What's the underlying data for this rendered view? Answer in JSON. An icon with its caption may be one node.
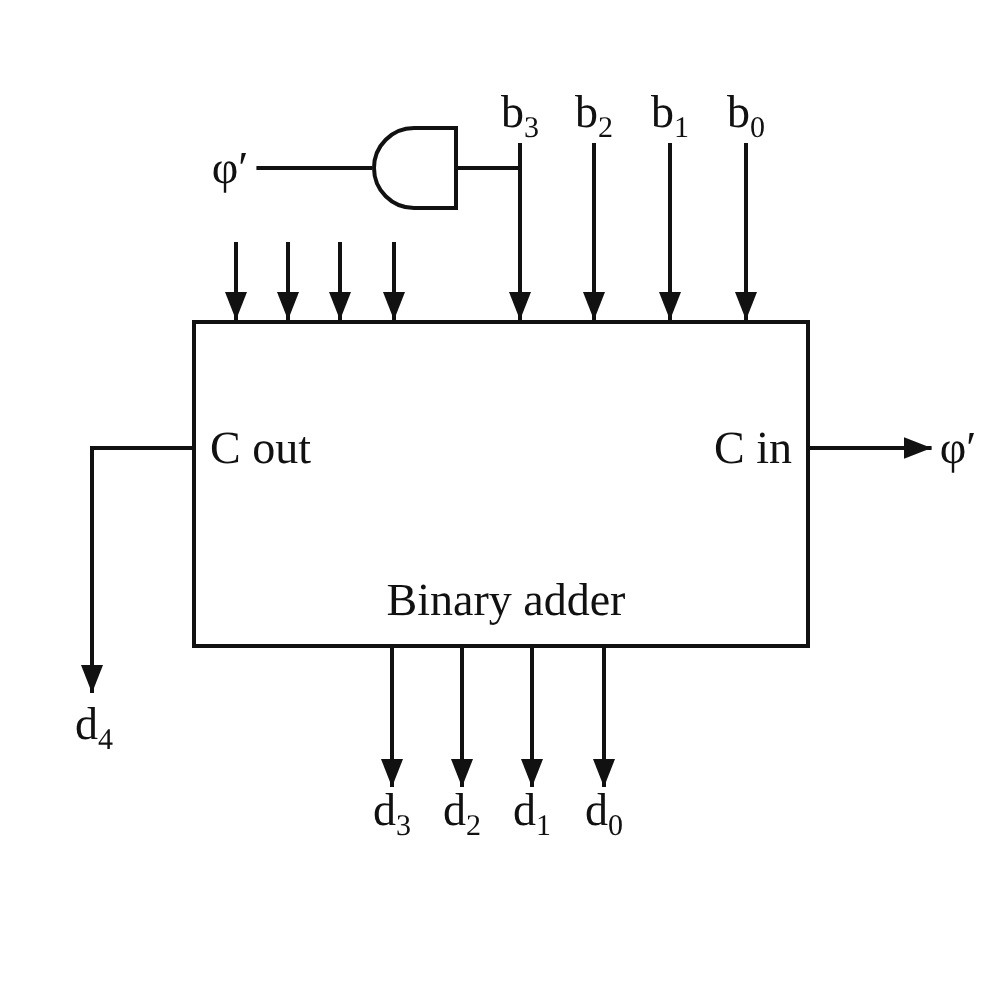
{
  "diagram": {
    "nodes": [
      {
        "text": [
          "φ′"
        ]
      },
      {
        "text": [],
        "shape": "gate"
      },
      {
        "text": [
          "b$_{3}$"
        ]
      },
      {
        "text": [
          "b$_{2}$"
        ]
      },
      {
        "text": [
          "b$_{1}$"
        ]
      },
      {
        "text": [
          "b$_{0}$"
        ]
      },
      {
        "text": [
          "Binary adder"
        ]
      },
      {
        "text": [
          "C out"
        ],
        "in": 6
      },
      {
        "text": [
          "C in"
        ],
        "in": 6
      },
      {
        "text": [
          "φ′"
        ]
      },
      {
        "text": [
          "d$_{4}$"
        ]
      },
      {
        "text": [
          "d$_{3}$"
        ]
      },
      {
        "text": [
          "d$_{2}$"
        ]
      },
      {
        "text": [
          "d$_{1}$"
        ]
      },
      {
        "text": [
          "d$_{0}$"
        ]
      }
    ],
    "edges": [
      {
        "from": 0,
        "to": 1,
        "arrow": "none"
      },
      {
        "from": 2,
        "to": 1,
        "arrow": "none"
      },
      {
        "from": null,
        "to": 6,
        "arrow": "to"
      },
      {
        "from": null,
        "to": 6,
        "arrow": "to"
      },
      {
        "from": null,
        "to": 6,
        "arrow": "to"
      },
      {
        "from": null,
        "to": 6,
        "arrow": "to"
      },
      {
        "from": 2,
        "to": 6,
        "arrow": "to"
      },
      {
        "from": 3,
        "to": 6,
        "arrow": "to"
      },
      {
        "from": 4,
        "to": 6,
        "arrow": "to"
      },
      {
        "from": 5,
        "to": 6,
        "arrow": "to"
      },
      {
        "from": 7,
        "to": 10,
        "arrow": "to"
      },
      {
        "from": 8,
        "to": 9,
        "arrow": "to"
      },
      {
        "from": 6,
        "to": 11,
        "arrow": "to"
      },
      {
        "from": 6,
        "to": 12,
        "arrow": "to"
      },
      {
        "from": 6,
        "to": 13,
        "arrow": "to"
      },
      {
        "from": 6,
        "to": 14,
        "arrow": "to"
      }
    ]
  }
}
